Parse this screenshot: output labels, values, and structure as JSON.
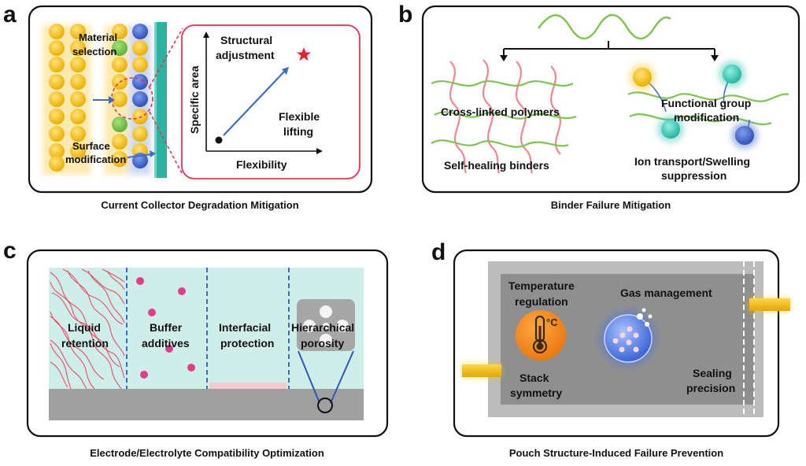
{
  "panels": {
    "a": {
      "letter": "a",
      "caption": "Current Collector Degradation Mitigation",
      "material_l1": "Material",
      "material_l2": "selection",
      "surface_l1": "Surface",
      "surface_l2": "modification",
      "structural_l1": "Structural",
      "structural_l2": "adjustment",
      "flexible_l1": "Flexible",
      "flexible_l2": "lifting",
      "y_axis": "Specific area",
      "x_axis": "Flexibility"
    },
    "b": {
      "letter": "b",
      "caption": "Binder Failure Mitigation",
      "crosslinked": "Cross-linked polymers",
      "selfhealing": "Self-healing binders",
      "functional_l1": "Functional group",
      "functional_l2": "modification",
      "ion_l1": "Ion transport/Swelling",
      "ion_l2": "suppression"
    },
    "c": {
      "letter": "c",
      "caption": "Electrode/Electrolyte Compatibility Optimization",
      "liquid_l1": "Liquid",
      "liquid_l2": "retention",
      "buffer_l1": "Buffer",
      "buffer_l2": "additives",
      "interfacial_l1": "Interfacial",
      "interfacial_l2": "protection",
      "hier_l1": "Hierarchical",
      "hier_l2": "porosity"
    },
    "d": {
      "letter": "d",
      "caption": "Pouch Structure-Induced Failure Prevention",
      "temp_l1": "Temperature",
      "temp_l2": "regulation",
      "celsius": "°C",
      "gas": "Gas management",
      "stack_l1": "Stack",
      "stack_l2": "symmetry",
      "sealing_l1": "Sealing",
      "sealing_l2": "precision"
    }
  },
  "colors": {
    "yellow": "#f2b705",
    "green": "#6cc04a",
    "blue": "#3a62c9",
    "teal": "#27b5a3",
    "red": "#e8344e",
    "cyan_bg": "#cfeeea",
    "pink": "#e23d8a",
    "gray": "#9a9a9a",
    "orange": "#f08a1c"
  }
}
